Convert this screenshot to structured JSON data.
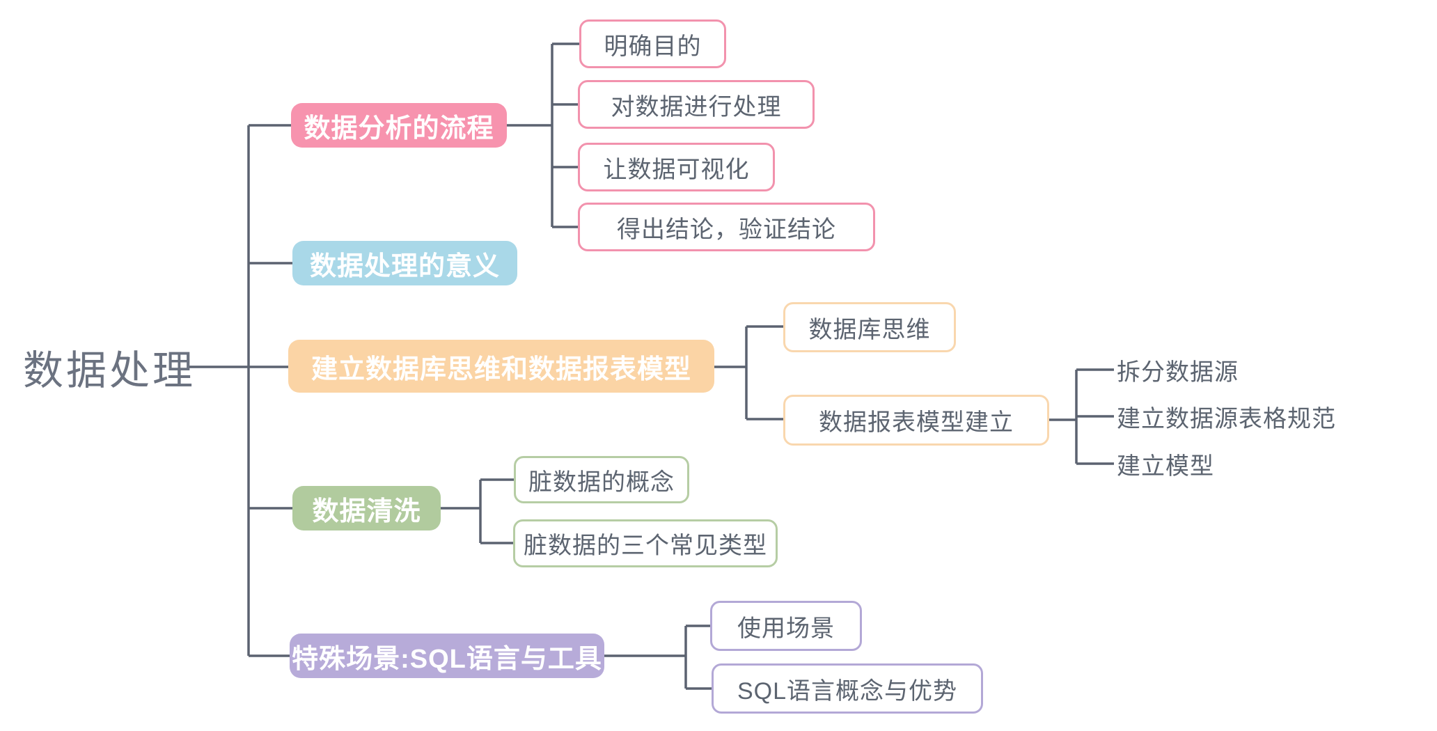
{
  "palette": {
    "pink": "#f793ae",
    "blue": "#a9d8e8",
    "orange": "#fbd4a5",
    "green": "#b1cb9e",
    "purple": "#b7abd9",
    "pink-border": "#f292ad",
    "orange-border": "#f9d7ae",
    "green-border": "#b6cda4",
    "purple-border": "#b3a8d6",
    "line": "#5b6270",
    "text": "#5c6470",
    "root-text": "#6b7280"
  },
  "root": {
    "label": "数据处理"
  },
  "branches": [
    {
      "label": "数据分析的流程",
      "color": "#f793ae",
      "children": [
        {
          "label": "明确目的"
        },
        {
          "label": "对数据进行处理"
        },
        {
          "label": "让数据可视化"
        },
        {
          "label": "得出结论，验证结论"
        }
      ]
    },
    {
      "label": "数据处理的意义",
      "color": "#a9d8e8",
      "children": []
    },
    {
      "label": "建立数据库思维和数据报表模型",
      "color": "#fbd4a5",
      "children": [
        {
          "label": "数据库思维"
        },
        {
          "label": "数据报表模型建立",
          "children": [
            {
              "label": "拆分数据源"
            },
            {
              "label": "建立数据源表格规范"
            },
            {
              "label": "建立模型"
            }
          ]
        }
      ]
    },
    {
      "label": "数据清洗",
      "color": "#b1cb9e",
      "children": [
        {
          "label": "脏数据的概念"
        },
        {
          "label": "脏数据的三个常见类型"
        }
      ]
    },
    {
      "label": "特殊场景:SQL语言与工具",
      "color": "#b7abd9",
      "children": [
        {
          "label": "使用场景"
        },
        {
          "label": "SQL语言概念与优势"
        }
      ]
    }
  ]
}
